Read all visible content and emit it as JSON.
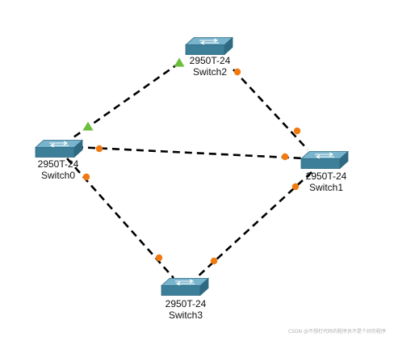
{
  "devices": {
    "switch2": {
      "model": "2950T-24",
      "name": "Switch2"
    },
    "switch0": {
      "model": "2950T-24",
      "name": "Switch0"
    },
    "switch1": {
      "model": "2950T-24",
      "name": "Switch1"
    },
    "switch3": {
      "model": "2950T-24",
      "name": "Switch3"
    }
  },
  "links": [
    {
      "from": "switch2",
      "to": "switch0",
      "from_state": "up",
      "to_state": "up"
    },
    {
      "from": "switch2",
      "to": "switch1",
      "from_state": "blocking",
      "to_state": "blocking"
    },
    {
      "from": "switch0",
      "to": "switch1",
      "from_state": "blocking",
      "to_state": "blocking"
    },
    {
      "from": "switch0",
      "to": "switch3",
      "from_state": "blocking",
      "to_state": "blocking"
    },
    {
      "from": "switch1",
      "to": "switch3",
      "from_state": "blocking",
      "to_state": "blocking"
    }
  ],
  "colors": {
    "link": "#000000",
    "port_up": "#6abf3c",
    "port_blocking": "#f07a10",
    "switch_top": "#78b4cc",
    "switch_side": "#3d7f99"
  },
  "watermark": "CSDN @不想打代码的程序员不是个好的程序"
}
